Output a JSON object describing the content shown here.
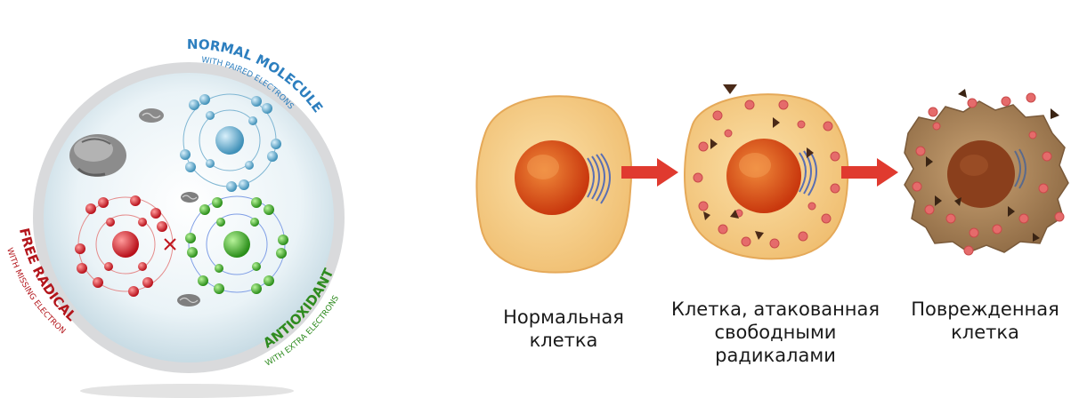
{
  "left_panel": {
    "normal_molecule": {
      "title": "NORMAL MOLECULE",
      "subtitle": "WITH PAIRED ELECTRONS",
      "color": "#2d7fbf"
    },
    "free_radical": {
      "title": "FREE RADICAL",
      "subtitle": "WITH MISSING ELECTRON",
      "color": "#b3151b"
    },
    "antioxidant": {
      "title": "ANTIOXIDANT",
      "subtitle": "WITH EXTRA ELECTRONS",
      "color": "#2e8b1f"
    }
  },
  "right_panel": {
    "captions": {
      "normal_cell": "Нормальная\nклетка",
      "attacked_cell": "Клетка, атакованная\nсвободными\nрадикалами",
      "damaged_cell": "Поврежденная\nклетка"
    },
    "colors": {
      "arrow": "#e03a2f",
      "cell": "#f4c982",
      "damaged_cell": "#b08a5e",
      "nucleus": "#d54a14",
      "radical_dot": "#e56b6b"
    }
  }
}
